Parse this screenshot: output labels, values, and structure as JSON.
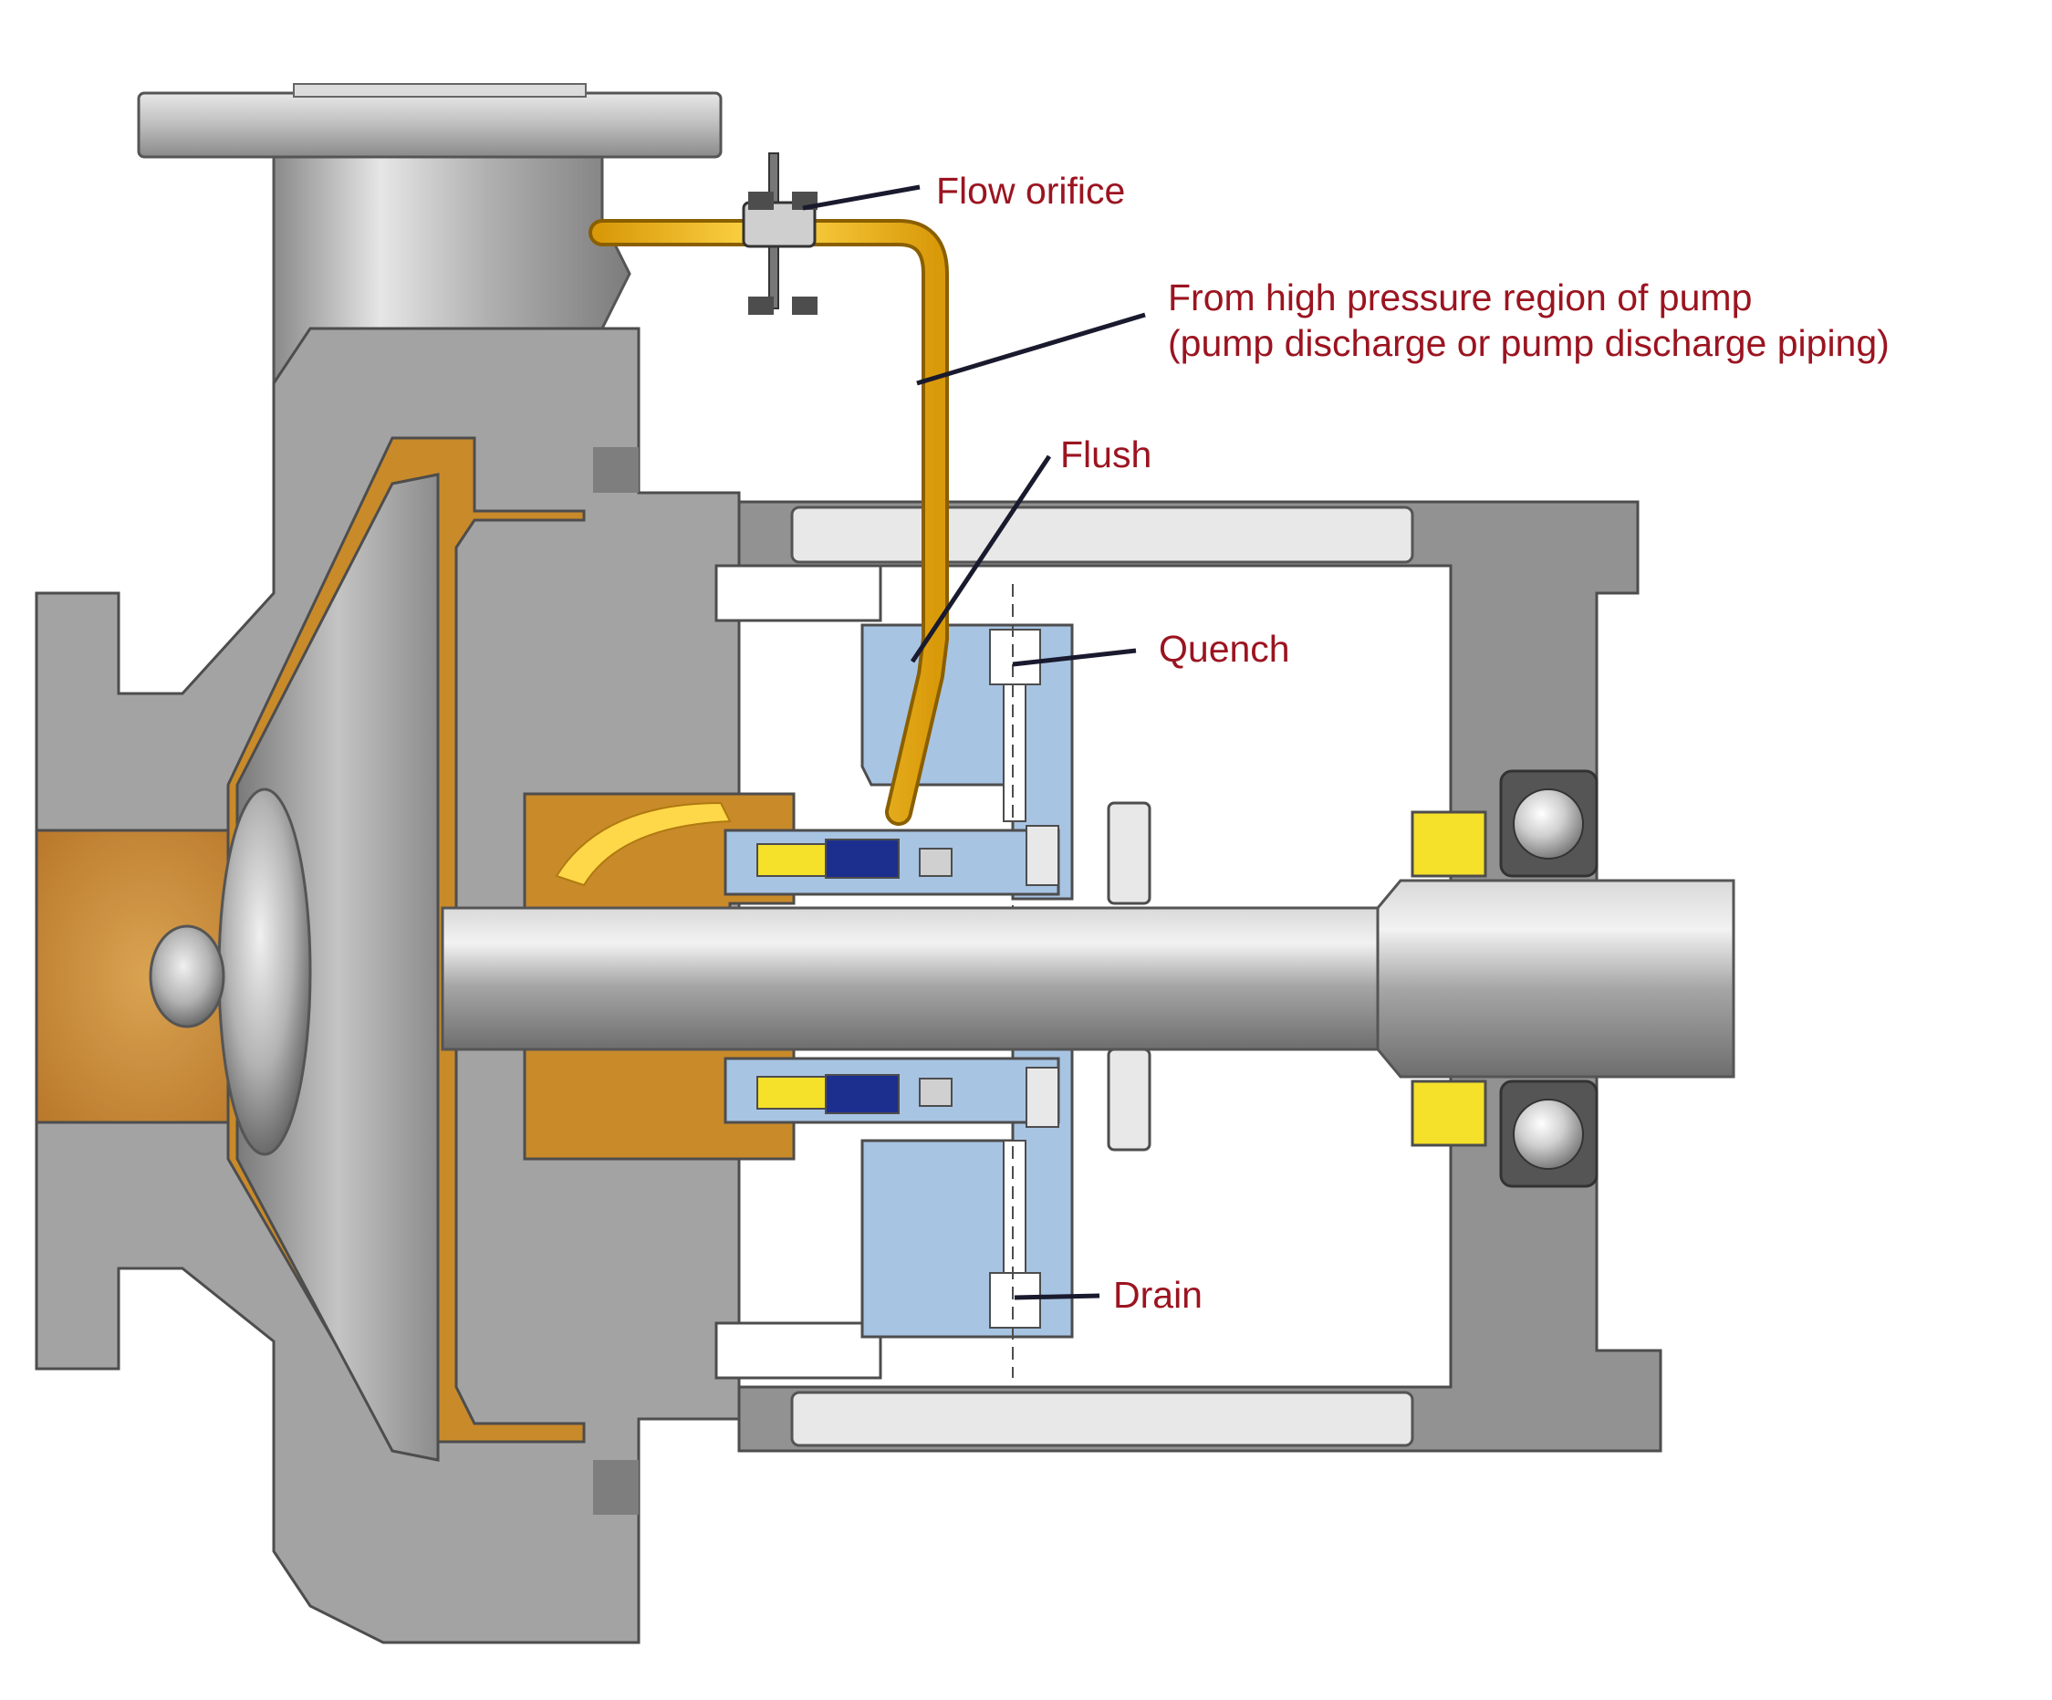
{
  "labels": {
    "flow_orifice": "Flow orifice",
    "from_high_pressure_line1": "From high pressure region of pump",
    "from_high_pressure_line2": "(pump discharge or pump discharge piping)",
    "flush": "Flush",
    "quench": "Quench",
    "drain": "Drain"
  },
  "colors": {
    "label_text": "#9b1420",
    "leader_line": "#1a1a2e",
    "casing_gray": "#9c9c9c",
    "frame_gray": "#8f8f8f",
    "pump_fluid": "#c98a2a",
    "flush_line": "#f2bb12",
    "seal_gland": "#a8c4e3",
    "seal_face_yellow": "#f5e02a",
    "seal_face_blue": "#1c2f8f",
    "shaft_steel": "#b5b5b5",
    "background": "#ffffff"
  }
}
